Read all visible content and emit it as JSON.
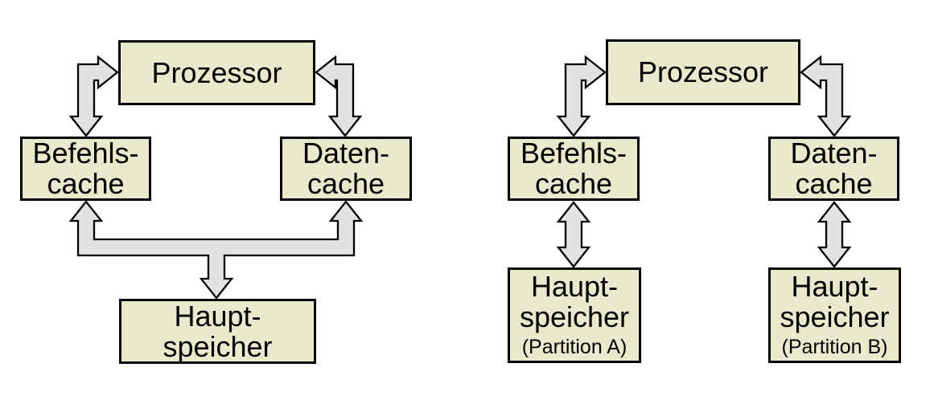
{
  "diagrams": [
    {
      "name": "harvard-architecture-shared-memory",
      "nodes": {
        "prozessor": {
          "lines": [
            "Prozessor"
          ]
        },
        "befehlscache": {
          "lines": [
            "Befehls-",
            "cache"
          ]
        },
        "datencache": {
          "lines": [
            "Daten-",
            "cache"
          ]
        },
        "hauptspeicher": {
          "lines": [
            "Haupt-",
            "speicher"
          ]
        }
      }
    },
    {
      "name": "harvard-architecture-partitioned-memory",
      "nodes": {
        "prozessor": {
          "lines": [
            "Prozessor"
          ]
        },
        "befehlscache": {
          "lines": [
            "Befehls-",
            "cache"
          ]
        },
        "datencache": {
          "lines": [
            "Daten-",
            "cache"
          ]
        },
        "hauptspeicher_a": {
          "lines": [
            "Haupt-",
            "speicher"
          ],
          "caption": "(Partition A)"
        },
        "hauptspeicher_b": {
          "lines": [
            "Haupt-",
            "speicher"
          ],
          "caption": "(Partition B)"
        }
      }
    }
  ],
  "colors": {
    "box_fill": "#e9e9ce",
    "arrow_fill": "#e2e2e2",
    "outline": "#000000",
    "canvas_bg": "#ffffff"
  }
}
